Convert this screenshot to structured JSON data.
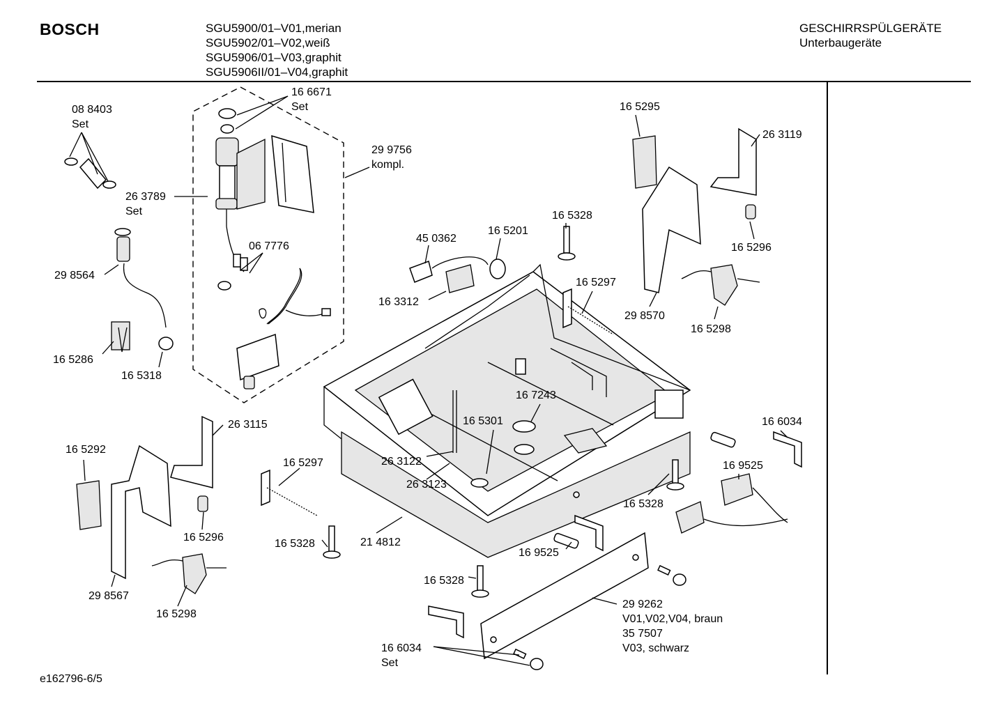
{
  "header": {
    "brand": "BOSCH",
    "models": [
      "SGU5900/01–V01,merian",
      "SGU5902/01–V02,weiß",
      "SGU5906/01–V03,graphit",
      "SGU5906II/01–V04,graphit"
    ],
    "category": [
      "GESCHIRRSPÜLGERÄTE",
      "Unterbaugeräte"
    ]
  },
  "footer": {
    "code": "e162796-6/5"
  },
  "parts": {
    "p088403": [
      "08 8403",
      "Set"
    ],
    "p166671": [
      "16 6671",
      "Set"
    ],
    "p299756": [
      "29 9756",
      "kompl."
    ],
    "p263789": [
      "26 3789",
      "Set"
    ],
    "p067776": "06 7776",
    "p298564": "29 8564",
    "p165286": "16 5286",
    "p165318": "16 5318",
    "p165295": "16 5295",
    "p263119": "26 3119",
    "p165296a": "16 5296",
    "p165328a": "16 5328",
    "p450362": "45 0362",
    "p165201": "16 5201",
    "p163312": "16 3312",
    "p165297a": "16 5297",
    "p298570": "29 8570",
    "p165298a": "16 5298",
    "p167243": "16 7243",
    "p165301": "16 5301",
    "p263115": "26 3115",
    "p165292": "16 5292",
    "p263122": "26 3122",
    "p263123": "26 3123",
    "p165297b": "16 5297",
    "p166034a": "16 6034",
    "p169525a": "16 9525",
    "p165328b": "16 5328",
    "p165296b": "16 5296",
    "p165328c": "16 5328",
    "p214812": "21 4812",
    "p169525b": "16 9525",
    "p298567": "29 8567",
    "p165298b": "16 5298",
    "p165328d": "16 5328",
    "p299262": [
      "29 9262",
      "V01,V02,V04, braun",
      "35 7507",
      "V03, schwarz"
    ],
    "p166034b": [
      "16 6034",
      "Set"
    ]
  }
}
